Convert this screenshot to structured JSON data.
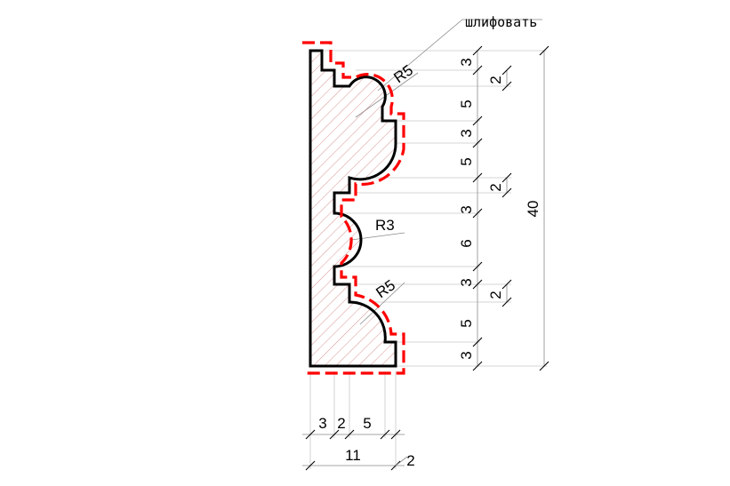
{
  "note": {
    "text": "шлифовать"
  },
  "radii": {
    "r_top": "R5",
    "r_mid": "R3",
    "r_bottom": "R5"
  },
  "vertical_dims": [
    "3",
    "5",
    "3",
    "5",
    "3",
    "6",
    "3",
    "5",
    "3"
  ],
  "side_dims": [
    "2",
    "2",
    "2"
  ],
  "overall_height": "40",
  "horizontal_dims": [
    "3",
    "2",
    "5"
  ],
  "overall_width": "11",
  "offset_dim": "2",
  "colors": {
    "grind_line": "#ff0000",
    "hatch": "#c86464",
    "outline": "#000000"
  }
}
